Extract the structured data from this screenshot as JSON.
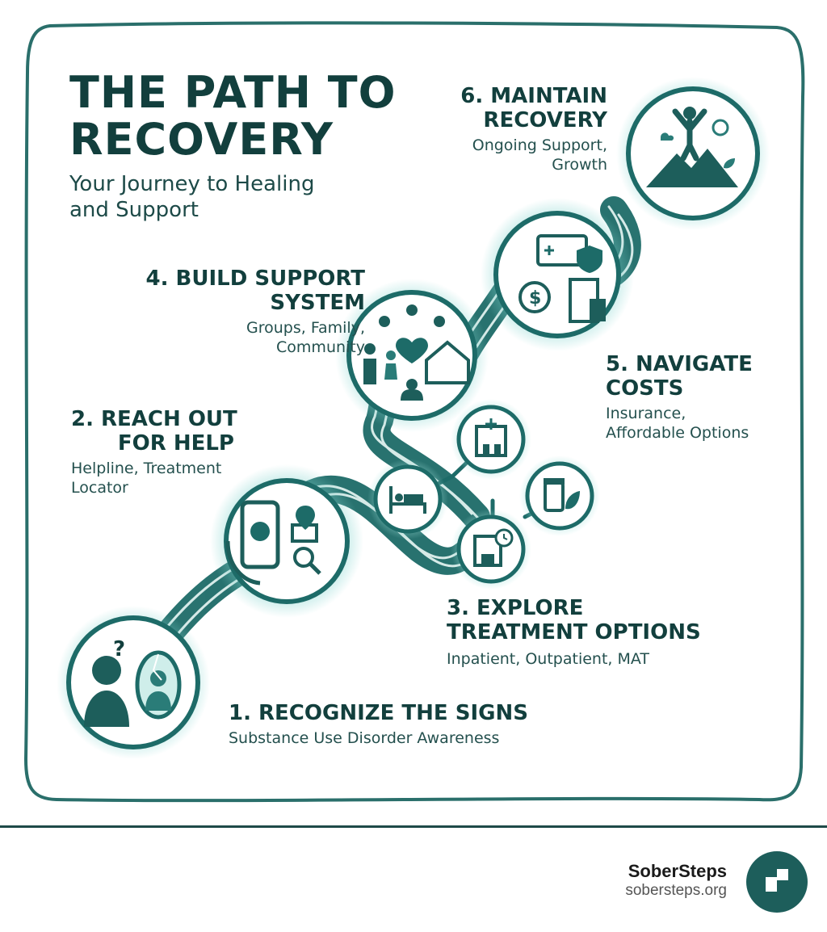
{
  "header": {
    "title_line1": "THE PATH TO",
    "title_line2": "RECOVERY",
    "subtitle_line1": "Your Journey to Healing",
    "subtitle_line2": "and Support"
  },
  "steps": [
    {
      "title_line1": "1. RECOGNIZE THE SIGNS",
      "desc_line1": "Substance Use Disorder Awareness"
    },
    {
      "title_line1": "2. REACH OUT",
      "title_line2": "FOR HELP",
      "desc_line1": "Helpline, Treatment",
      "desc_line2": "Locator"
    },
    {
      "title_line1": "3. EXPLORE",
      "title_line2": "TREATMENT OPTIONS",
      "desc_line1": "Inpatient, Outpatient, MAT"
    },
    {
      "title_line1": "4. BUILD SUPPORT",
      "title_line2": "SYSTEM",
      "desc_line1": "Groups, Family,",
      "desc_line2": "Community"
    },
    {
      "title_line1": "5. NAVIGATE",
      "title_line2": "COSTS",
      "desc_line1": "Insurance,",
      "desc_line2": "Affordable Options"
    },
    {
      "title_line1": "6. MAINTAIN",
      "title_line2": "RECOVERY",
      "desc_line1": "Ongoing Support,",
      "desc_line2": "Growth"
    }
  ],
  "icons": {
    "step1": "person-mirror-question-icon",
    "step2": "phone-map-search-icon",
    "step3_nodes": [
      "hospital-icon",
      "bed-icon",
      "medication-icon",
      "clinic-clock-icon"
    ],
    "step4": "family-community-heart-icon",
    "step5": "insurance-money-bill-icon",
    "step6": "mountain-summit-sun-icon"
  },
  "footer": {
    "brand": "SoberSteps",
    "url": "sobersteps.org"
  },
  "colors": {
    "primary": "#1d6b68",
    "dark": "#123f3d",
    "glow": "#7fd3cd",
    "frame": "#2a6f6b"
  }
}
